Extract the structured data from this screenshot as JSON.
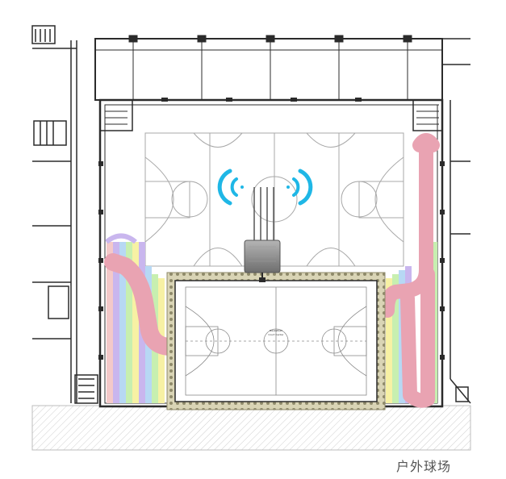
{
  "caption": "户外球场",
  "court_labels": {
    "line1": "Basketball",
    "line2": "Court Center"
  },
  "colors": {
    "wall": "#2b2b2b",
    "court_line": "#9a9a9a",
    "wifi_signal": "#1fb7e6",
    "router_body": "#8c8c8c",
    "pink_track": "#e9a3b2",
    "pink_track_dark": "#d9879b",
    "stripe_colors": [
      "#f4c9c9",
      "#c9b6ee",
      "#b7d8f4",
      "#c7efb0",
      "#f7f1a4",
      "#f3d39e"
    ],
    "hatch": "#d7d7d7",
    "court_border": "#b9b08a"
  },
  "icons": {
    "router": "wifi-router-icon",
    "signal_left": "wifi-signal-left-icon",
    "signal_right": "wifi-signal-right-icon"
  }
}
